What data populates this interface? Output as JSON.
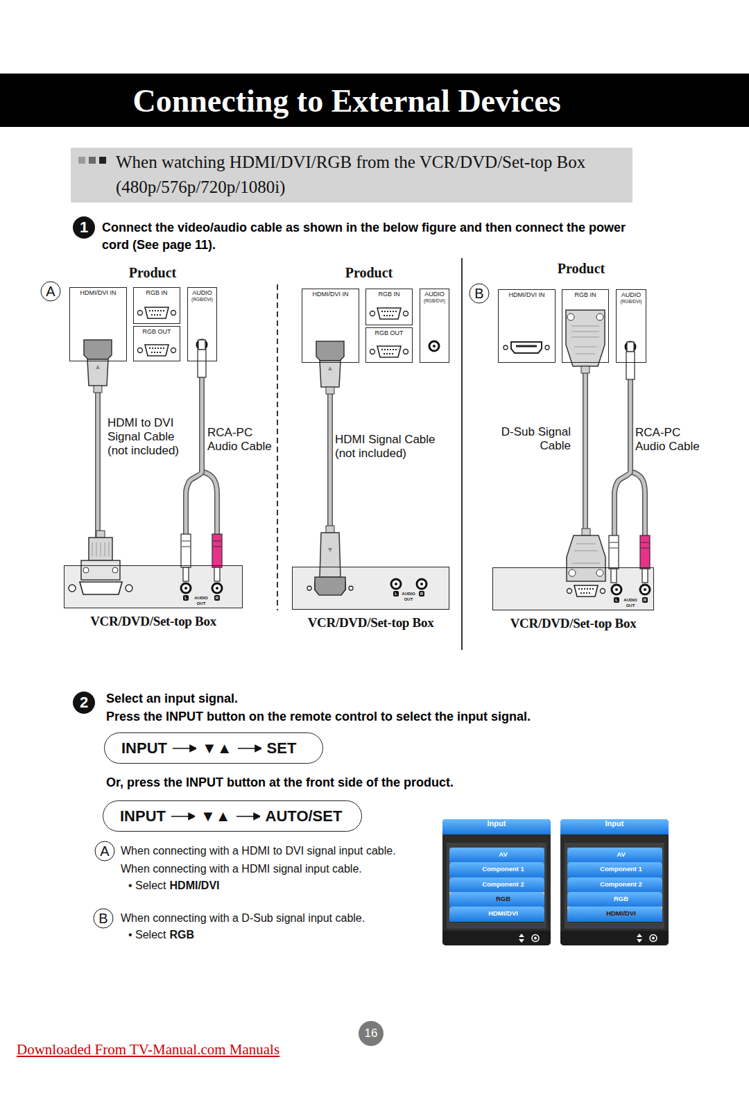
{
  "diagram": {
    "title": "Connecting to External Devices",
    "nodes": [
      {
        "text": [
          "When watching HDMI/DVI/RGB from the VCR/DVD/Set-top Box (480p/576p/720p/1080i)"
        ]
      },
      {
        "text": [
          "HDMI/DVI IN"
        ]
      },
      {
        "text": [
          "RGB IN"
        ]
      },
      {
        "text": [
          "RGB OUT"
        ]
      },
      {
        "text": [
          "AUDIO",
          "(RGB/DVI)"
        ]
      },
      {
        "text": [
          "HDMI/DVI IN"
        ]
      },
      {
        "text": [
          "RGB IN"
        ]
      },
      {
        "text": [
          "RGB OUT"
        ]
      },
      {
        "text": [
          "AUDIO",
          "(RGB/DVI)"
        ]
      },
      {
        "text": [
          "HDMI/DVI IN"
        ]
      },
      {
        "text": [
          "RGB IN"
        ]
      },
      {
        "text": [
          "AUDIO",
          "(RGB/DVI)"
        ]
      },
      {
        "text": [
          "VCR/DVD/Set-top Box"
        ]
      },
      {
        "text": [
          "VCR/DVD/Set-top Box"
        ]
      },
      {
        "text": [
          "VCR/DVD/Set-top Box"
        ]
      },
      {
        "text": [
          "INPUT",
          "▼▲",
          "SET"
        ]
      },
      {
        "text": [
          "INPUT",
          "▼▲",
          "AUTO/SET"
        ]
      },
      {
        "text": [
          "Input"
        ]
      },
      {
        "text": [
          "AV"
        ],
        "in": 17
      },
      {
        "text": [
          "Component 1"
        ],
        "in": 17
      },
      {
        "text": [
          "Component 2"
        ],
        "in": 17
      },
      {
        "text": [
          "RGB"
        ],
        "in": 17
      },
      {
        "text": [
          "HDMI/DVI"
        ],
        "in": 17
      },
      {
        "text": [
          "Input"
        ]
      },
      {
        "text": [
          "AV"
        ],
        "in": 23
      },
      {
        "text": [
          "Component 1"
        ],
        "in": 23
      },
      {
        "text": [
          "Component 2"
        ],
        "in": 23
      },
      {
        "text": [
          "RGB"
        ],
        "in": 23
      },
      {
        "text": [
          "HDMI/DVI"
        ],
        "in": 23
      }
    ],
    "edges": [
      {
        "from": 1,
        "to": 12,
        "arrow": "none",
        "label": "HDMI to DVI Signal Cable (not included)"
      },
      {
        "from": 4,
        "to": 12,
        "arrow": "none",
        "label": "RCA-PC Audio Cable"
      },
      {
        "from": 5,
        "to": 13,
        "arrow": "none",
        "label": "HDMI Signal Cable (not included)"
      },
      {
        "from": 10,
        "to": 14,
        "arrow": "none",
        "label": "D-Sub Signal Cable"
      },
      {
        "from": 11,
        "to": 14,
        "arrow": "none",
        "label": "RCA-PC Audio Cable"
      }
    ],
    "labels": [
      "A",
      "1",
      "Connect the video/audio cable as shown in the below figure and then connect the power cord (See page 11).",
      "Product",
      "Product",
      "B",
      "Product",
      "L",
      "AUDIO",
      "R",
      "OUT",
      "L",
      "AUDIO",
      "R",
      "OUT",
      "L",
      "AUDIO",
      "R",
      "OUT",
      "2",
      "Select an input signal.",
      "Press the INPUT button on the remote control to select the input signal.",
      "Or, press the INPUT button at the front side of the product.",
      "A",
      "When connecting with a HDMI to DVI signal input cable.",
      "When connecting with a HDMI signal input cable.",
      "• Select",
      "HDMI/DVI",
      "B",
      "When connecting with a D-Sub signal input cable.",
      "• Select",
      "RGB",
      "16",
      "Downloaded From TV-Manual.com Manuals"
    ]
  }
}
